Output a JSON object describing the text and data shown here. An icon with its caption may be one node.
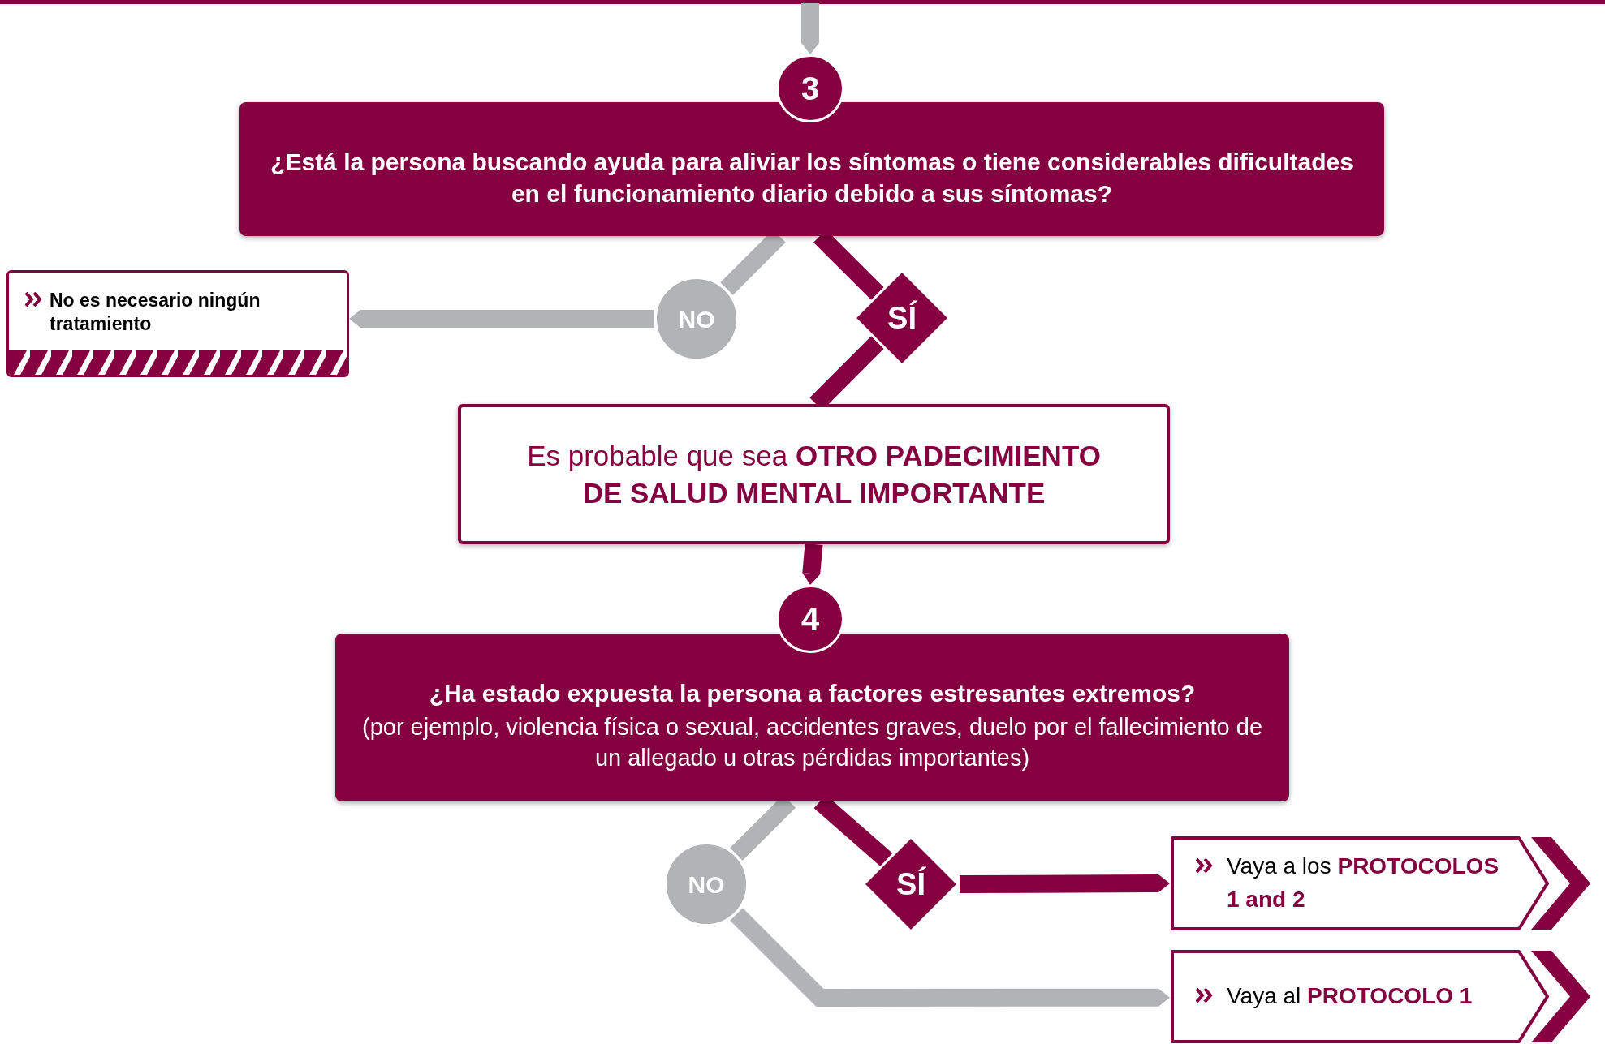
{
  "diagram": {
    "nodes": [
      {
        "text": [
          "3"
        ]
      },
      {
        "text": [
          "¿Está la persona buscando ayuda para aliviar los síntomas o tiene considerables dificultades en el funcionamiento diario debido a sus síntomas?"
        ]
      },
      {
        "text": [
          "No es necesario ningún tratamiento"
        ]
      },
      {
        "text": [
          "NO"
        ]
      },
      {
        "text": [
          "SÍ"
        ]
      },
      {
        "text": [
          "Es probable que sea **OTRO PADECIMIENTO DE SALUD MENTAL IMPORTANTE**"
        ]
      },
      {
        "text": [
          "4"
        ]
      },
      {
        "text": [
          "¿Ha estado expuesta la persona a factores estresantes extremos?",
          "(por ejemplo, violencia física o sexual, accidentes graves, duelo por el fallecimiento de un allegado u otras pérdidas importantes)"
        ]
      },
      {
        "text": [
          "NO"
        ]
      },
      {
        "text": [
          "SÍ"
        ]
      },
      {
        "text": [
          "Vaya a los **PROTOCOLOS 1 and 2**"
        ]
      },
      {
        "text": [
          "Vaya al **PROTOCOLO 1**"
        ]
      },
      {
        "text": [],
        "shape": "bar",
        "in": 2
      }
    ],
    "edges": [
      {
        "from": null,
        "to": 0,
        "arrow": "to",
        "color": "#b2b3b5"
      },
      {
        "from": 1,
        "to": 3,
        "arrow": "none",
        "color": "#b2b3b5"
      },
      {
        "from": 3,
        "to": 2,
        "arrow": "to",
        "color": "#b2b3b5"
      },
      {
        "from": 1,
        "to": 4,
        "arrow": "none",
        "color": "#850040"
      },
      {
        "from": 4,
        "to": 5,
        "arrow": "none",
        "color": "#850040"
      },
      {
        "from": 5,
        "to": 6,
        "arrow": "to",
        "color": "#850040"
      },
      {
        "from": 7,
        "to": 8,
        "arrow": "none",
        "color": "#b2b3b5"
      },
      {
        "from": 7,
        "to": 9,
        "arrow": "none",
        "color": "#850040"
      },
      {
        "from": 9,
        "to": 10,
        "arrow": "to",
        "color": "#850040"
      },
      {
        "from": 8,
        "to": 11,
        "arrow": "to",
        "color": "#b2b3b5"
      }
    ]
  }
}
